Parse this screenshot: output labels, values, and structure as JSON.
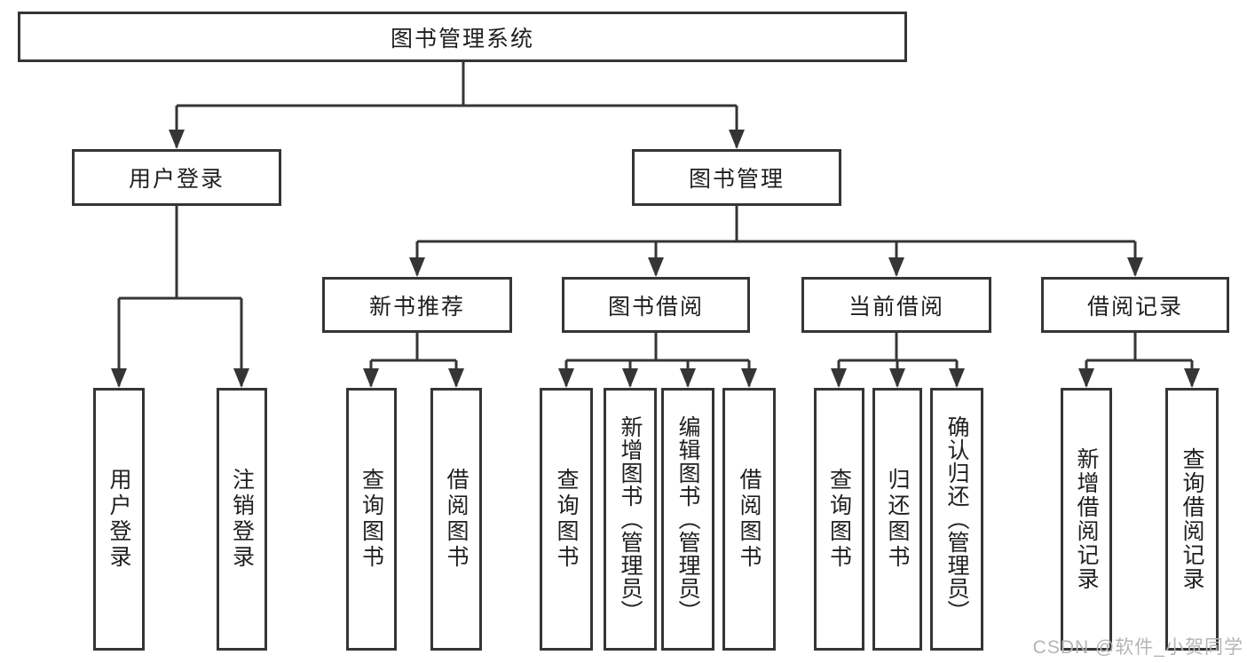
{
  "tree": {
    "label": "图书管理系统",
    "children": [
      {
        "label": "用户登录",
        "children": [
          {
            "label": "用户登录"
          },
          {
            "label": "注销登录"
          }
        ]
      },
      {
        "label": "图书管理",
        "children": [
          {
            "label": "新书推荐",
            "children": [
              {
                "label": "查询图书"
              },
              {
                "label": "借阅图书"
              }
            ]
          },
          {
            "label": "图书借阅",
            "children": [
              {
                "label": "查询图书"
              },
              {
                "label": "新增图书（管理员）"
              },
              {
                "label": "编辑图书（管理员）"
              },
              {
                "label": "借阅图书"
              }
            ]
          },
          {
            "label": "当前借阅",
            "children": [
              {
                "label": "查询图书"
              },
              {
                "label": "归还图书"
              },
              {
                "label": "确认归还（管理员）"
              }
            ]
          },
          {
            "label": "借阅记录",
            "children": [
              {
                "label": "新增借阅记录"
              },
              {
                "label": "查询借阅记录"
              }
            ]
          }
        ]
      }
    ]
  },
  "watermark": {
    "text": "CSDN @软件_小贺同学"
  },
  "colors": {
    "line": "#353535",
    "text": "#1f1f1f",
    "background": "#ffffff",
    "watermark": "#b5b5b5"
  }
}
